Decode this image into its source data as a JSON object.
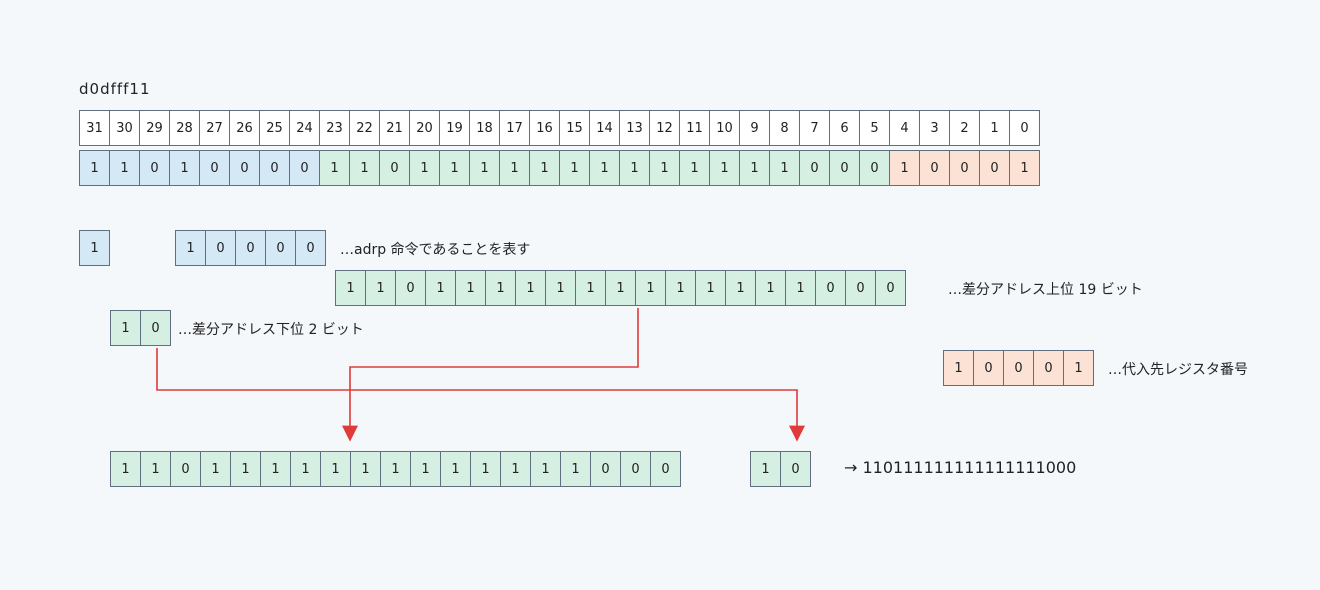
{
  "hex_value": "d0dfff11",
  "bit_positions": [
    "31",
    "30",
    "29",
    "28",
    "27",
    "26",
    "25",
    "24",
    "23",
    "22",
    "21",
    "20",
    "19",
    "18",
    "17",
    "16",
    "15",
    "14",
    "13",
    "12",
    "11",
    "10",
    "9",
    "8",
    "7",
    "6",
    "5",
    "4",
    "3",
    "2",
    "1",
    "0"
  ],
  "bits": [
    "1",
    "1",
    "0",
    "1",
    "0",
    "0",
    "0",
    "0",
    "1",
    "1",
    "0",
    "1",
    "1",
    "1",
    "1",
    "1",
    "1",
    "1",
    "1",
    "1",
    "1",
    "1",
    "1",
    "1",
    "0",
    "0",
    "0",
    "1",
    "0",
    "0",
    "0",
    "1"
  ],
  "bit_colors": [
    "blue",
    "blue",
    "blue",
    "blue",
    "blue",
    "blue",
    "blue",
    "blue",
    "green",
    "green",
    "green",
    "green",
    "green",
    "green",
    "green",
    "green",
    "green",
    "green",
    "green",
    "green",
    "green",
    "green",
    "green",
    "green",
    "green",
    "green",
    "green",
    "orange",
    "orange",
    "orange",
    "orange",
    "orange"
  ],
  "colors": {
    "blue": "#d4e8f6",
    "green": "#d5efe3",
    "orange": "#fbe2d5",
    "arrow": "#e03a3a"
  },
  "op_bit31": [
    "1"
  ],
  "opcode": [
    "1",
    "0",
    "0",
    "0",
    "0"
  ],
  "opcode_note": "…adrp 命令であることを表す",
  "immhi": [
    "1",
    "1",
    "0",
    "1",
    "1",
    "1",
    "1",
    "1",
    "1",
    "1",
    "1",
    "1",
    "1",
    "1",
    "1",
    "1",
    "0",
    "0",
    "0"
  ],
  "immhi_note": "…差分アドレス上位 19 ビット",
  "immlo": [
    "1",
    "0"
  ],
  "immlo_note": "…差分アドレス下位 2 ビット",
  "rd": [
    "1",
    "0",
    "0",
    "0",
    "1"
  ],
  "rd_note": "…代入先レジスタ番号",
  "combined_hi": [
    "1",
    "1",
    "0",
    "1",
    "1",
    "1",
    "1",
    "1",
    "1",
    "1",
    "1",
    "1",
    "1",
    "1",
    "1",
    "1",
    "0",
    "0",
    "0"
  ],
  "combined_lo": [
    "1",
    "0"
  ],
  "result_text": "→ 110111111111111111000"
}
